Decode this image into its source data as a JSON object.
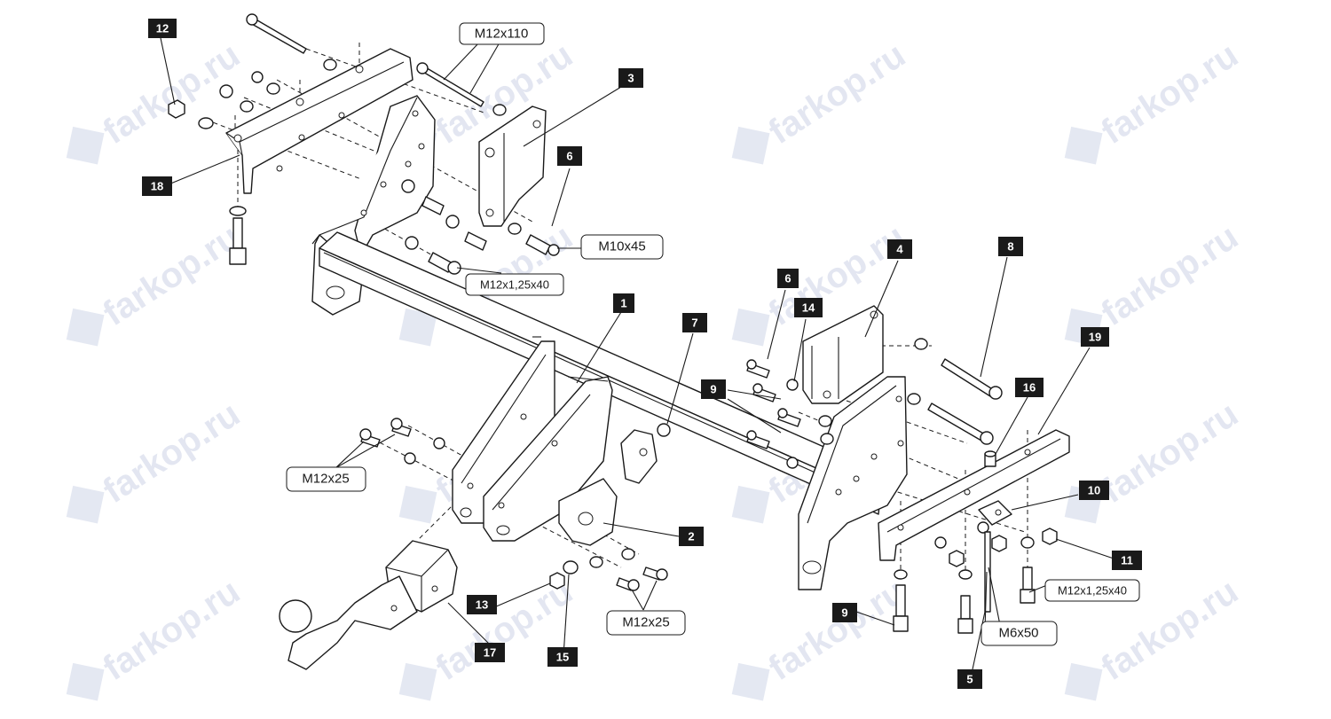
{
  "watermark": {
    "text": "farkop.ru"
  },
  "part_numbers": [
    "1",
    "2",
    "3",
    "4",
    "5",
    "6",
    "6",
    "7",
    "8",
    "9",
    "9",
    "10",
    "11",
    "12",
    "13",
    "14",
    "15",
    "16",
    "17",
    "18",
    "19"
  ],
  "fastener_labels": [
    "M12x110",
    "M10x45",
    "M12x1,25x40",
    "M12x25",
    "M12x25",
    "M12x1,25x40",
    "M6x50"
  ]
}
